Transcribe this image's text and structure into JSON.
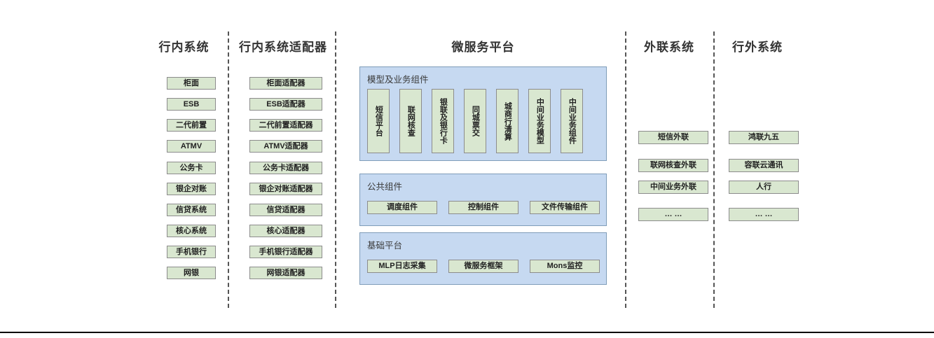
{
  "diagram": {
    "type": "layered-architecture",
    "columns": [
      {
        "id": "in-bank-systems",
        "title": "行内系统",
        "items": [
          "柜面",
          "ESB",
          "二代前置",
          "ATMV",
          "公务卡",
          "银企对账",
          "信贷系统",
          "核心系统",
          "手机银行",
          "网银"
        ]
      },
      {
        "id": "in-bank-adapters",
        "title": "行内系统适配器",
        "items": [
          "柜面适配器",
          "ESB适配器",
          "二代前置适配器",
          "ATMV适配器",
          "公务卡适配器",
          "银企对账适配器",
          "信贷适配器",
          "核心适配器",
          "手机银行适配器",
          "网银适配器"
        ]
      },
      {
        "id": "microservice-platform",
        "title": "微服务平台",
        "panels": [
          {
            "id": "model-business-components",
            "label": "模型及业务组件",
            "orientation": "vertical",
            "items": [
              "短信平台",
              "联网核查",
              "银联及银行卡",
              "同城票交",
              "城商行清算",
              "中间业务模型",
              "中间业务组件"
            ]
          },
          {
            "id": "public-components",
            "label": "公共组件",
            "orientation": "horizontal",
            "items": [
              "调度组件",
              "控制组件",
              "文件传输组件"
            ]
          },
          {
            "id": "base-platform",
            "label": "基础平台",
            "orientation": "horizontal",
            "items": [
              "MLP日志采集",
              "微服务框架",
              "Mons监控"
            ]
          }
        ]
      },
      {
        "id": "external-link-systems",
        "title": "外联系统",
        "items": [
          "短信外联",
          "联网核查外联",
          "中间业务外联",
          "… …"
        ]
      },
      {
        "id": "out-bank-systems",
        "title": "行外系统",
        "items": [
          "鸿联九五",
          "容联云通讯",
          "人行",
          "… …"
        ]
      }
    ],
    "colors": {
      "leaf_fill": "#d9e7d0",
      "leaf_border": "#8c8c8c",
      "panel_fill": "#c6d9f1",
      "panel_border": "#7f9db9",
      "divider": "#555555",
      "text": "#333333"
    }
  }
}
